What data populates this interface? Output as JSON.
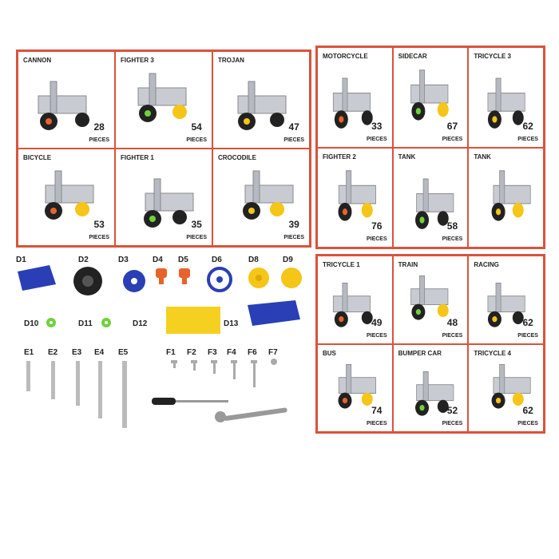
{
  "models_left": [
    {
      "name": "CANNON",
      "pieces": "28"
    },
    {
      "name": "FIGHTER 3",
      "pieces": "54"
    },
    {
      "name": "TROJAN",
      "pieces": "47"
    },
    {
      "name": "BICYCLE",
      "pieces": "53"
    },
    {
      "name": "FIGHTER 1",
      "pieces": "35"
    },
    {
      "name": "CROCODILE",
      "pieces": "39"
    }
  ],
  "models_right_top": [
    {
      "name": "MOTORCYCLE",
      "pieces": "33"
    },
    {
      "name": "SIDECAR",
      "pieces": "67"
    },
    {
      "name": "TRICYCLE 3",
      "pieces": "62"
    },
    {
      "name": "FIGHTER 2",
      "pieces": "76"
    },
    {
      "name": "TANK",
      "pieces": "58"
    },
    {
      "name": "TANK",
      "pieces": ""
    }
  ],
  "models_right_bottom": [
    {
      "name": "TRICYCLE 1",
      "pieces": "49"
    },
    {
      "name": "TRAIN",
      "pieces": "48"
    },
    {
      "name": "RACING",
      "pieces": "62"
    },
    {
      "name": "BUS",
      "pieces": "74"
    },
    {
      "name": "BUMPER CAR",
      "pieces": "52"
    },
    {
      "name": "TRICYCLE 4",
      "pieces": "62"
    }
  ],
  "pieces_label": "PIECES",
  "parts": {
    "d": [
      "D1",
      "D2",
      "D3",
      "D4",
      "D5",
      "D6",
      "D8",
      "D9",
      "D10",
      "D11",
      "D12",
      "D13"
    ],
    "e": [
      "E1",
      "E2",
      "E3",
      "E4",
      "E5"
    ],
    "f": [
      "F1",
      "F2",
      "F3",
      "F4",
      "F6",
      "F7"
    ]
  },
  "colors": {
    "border": "#d9533b",
    "blue": "#2a3fb5",
    "yellow": "#f5c518",
    "orange": "#e8632b",
    "green": "#6fd23a"
  }
}
